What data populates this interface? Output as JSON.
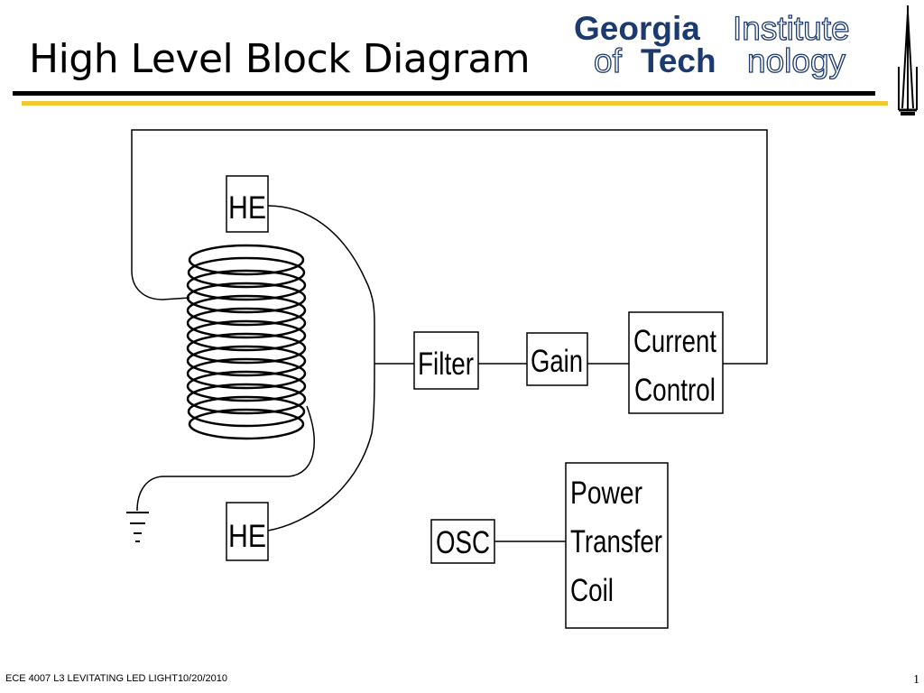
{
  "slide": {
    "title": "High Level Block Diagram",
    "footer": "ECE 4007 L3  LEVITATING LED LIGHT10/20/2010",
    "page_number": "1"
  },
  "logo": {
    "line1_bold": "Georgia",
    "line1_outline": "Institute",
    "line2_outline_prefix": "of",
    "line2_bold": "Tech",
    "line2_outline_suffix": "nology",
    "colors": {
      "navy": "#1c3a6e",
      "gold": "#f0c832"
    }
  },
  "diagram": {
    "hall_sensor_top": "HE",
    "hall_sensor_bottom": "HE",
    "filter": "Filter",
    "gain": "Gain",
    "current_control_line1": "Current",
    "current_control_line2": "Control",
    "osc": "OSC",
    "power_transfer_line1": "Power",
    "power_transfer_line2": "Transfer",
    "power_transfer_line3": "Coil"
  }
}
